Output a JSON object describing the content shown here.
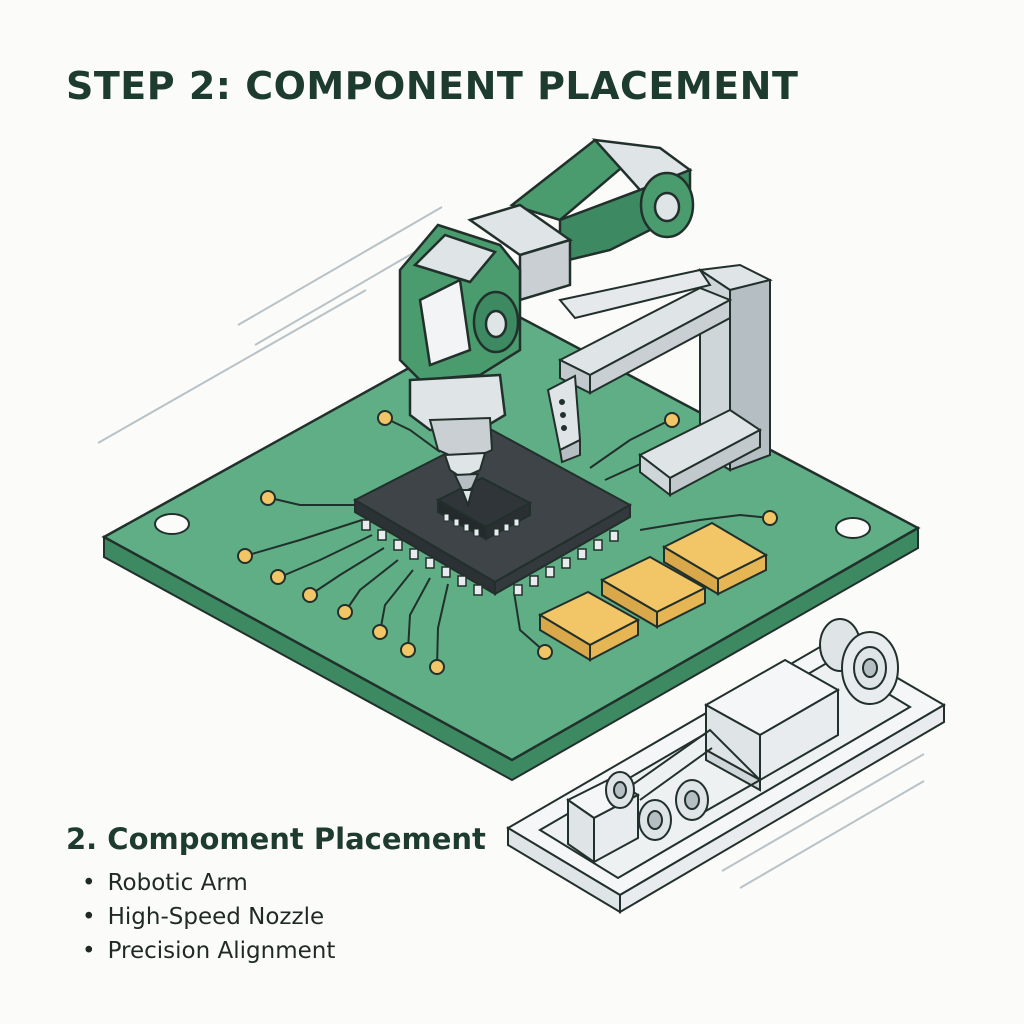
{
  "title": "STEP 2: COMPONENT PLACEMENT",
  "caption": {
    "heading": "2. Compoment Placement",
    "items": [
      "Robotic Arm",
      "High-Speed Nozzle",
      "Precision Alignment"
    ]
  },
  "colors": {
    "pcb_green": "#5fae86",
    "pcb_edge": "#3d8a62",
    "arm_green": "#4a9b6e",
    "chip_dark": "#3e4448",
    "component_gold": "#f2c566",
    "frame_gray": "#c9cfd2",
    "outline": "#22302b",
    "title_color": "#1d3b2e"
  },
  "icons": [
    "robotic-arm-icon",
    "nozzle-icon",
    "chip-icon",
    "pick-and-place-machine-icon"
  ]
}
